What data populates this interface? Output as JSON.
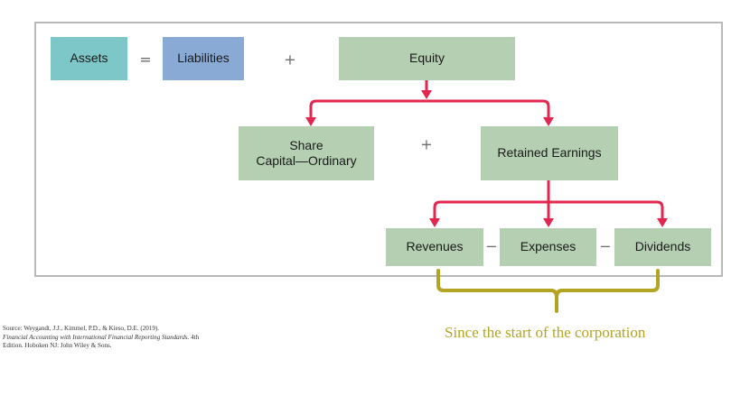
{
  "boxes": {
    "assets": "Assets",
    "liabilities": "Liabilities",
    "equity": "Equity",
    "share_capital": "Share\nCapital—Ordinary",
    "retained_earnings": "Retained Earnings",
    "revenues": "Revenues",
    "expenses": "Expenses",
    "dividends": "Dividends"
  },
  "operators": {
    "equals": "=",
    "plus_1": "+",
    "plus_2": "+",
    "minus_1": "−",
    "minus_2": "−"
  },
  "caption": "Since the start of the corporation",
  "source": {
    "line1": "Source: Weygandt, J.J., Kimmel, P.D., & Kieso, D.E. (2019).",
    "title": "Financial Accounting with International Financial Reporting Standards.",
    "line3": "4th Edition. Hoboken NJ: John Wiley & Sons."
  },
  "colors": {
    "assets": "#7ec7c9",
    "liabilities": "#88aad5",
    "boxes": "#b5cfb2",
    "arrows": "#e3254f",
    "brace": "#b3a421"
  }
}
